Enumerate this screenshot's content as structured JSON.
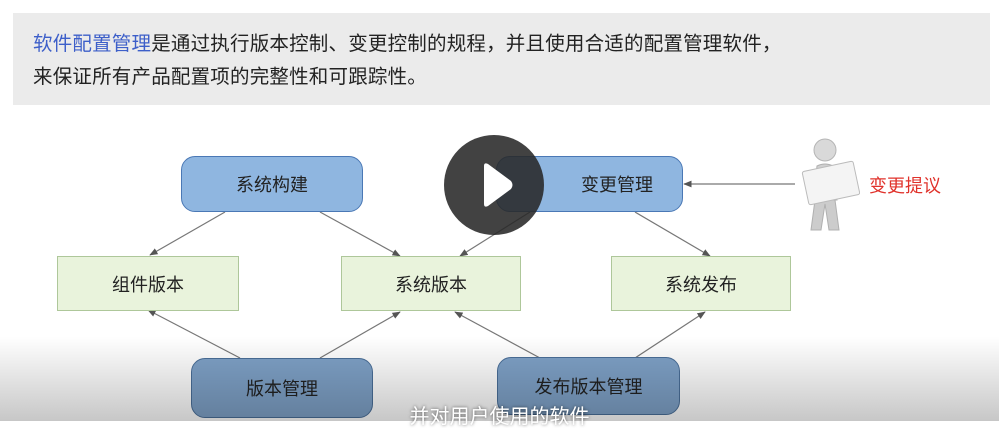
{
  "banner": {
    "highlight": "软件配置管理",
    "text_line1": "是通过执行版本控制、变更控制的规程，并且使用合适的配置管理软件，",
    "text_line2": "来保证所有产品配置项的完整性和可跟踪性。"
  },
  "diagram": {
    "nodes": {
      "system_build": "系统构建",
      "change_management": "变更管理",
      "component_version": "组件版本",
      "system_version": "系统版本",
      "system_release": "系统发布",
      "version_management": "版本管理",
      "release_version_management": "发布版本管理"
    },
    "change_proposal": "变更提议"
  },
  "video": {
    "subtitle": "并对用户使用的软件",
    "play_icon": "play-icon"
  },
  "colors": {
    "highlight": "#3d5fc9",
    "blue_box": "#8fb6e0",
    "green_box": "#e9f3dc",
    "proposal_text": "#e0322b"
  }
}
